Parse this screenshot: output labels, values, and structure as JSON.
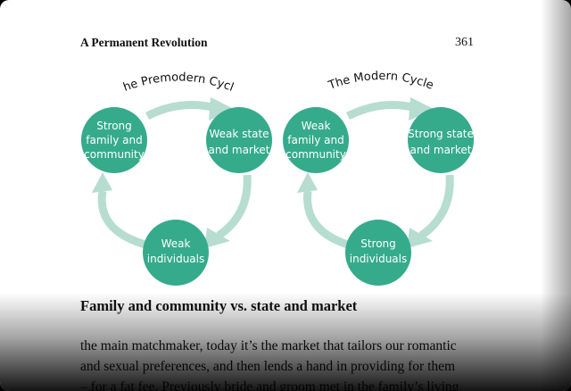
{
  "header": {
    "running_head": "A Permanent Revolution",
    "page_number": "361"
  },
  "figure": {
    "colors": {
      "circle": "#35ab8c",
      "arrow": "#b6ddd0",
      "circle_text": "#ffffff"
    },
    "diagrams": [
      {
        "title": "The Premodern Cycle",
        "nodes": [
          {
            "lines": [
              "Strong",
              "family and",
              "community"
            ]
          },
          {
            "lines": [
              "Weak state",
              "and market"
            ]
          },
          {
            "lines": [
              "Weak",
              "individuals"
            ]
          }
        ]
      },
      {
        "title": "The Modern Cycle",
        "nodes": [
          {
            "lines": [
              "Weak",
              "family and",
              "community"
            ]
          },
          {
            "lines": [
              "Strong state",
              "and market"
            ]
          },
          {
            "lines": [
              "Strong",
              "individuals"
            ]
          }
        ]
      }
    ],
    "caption": "Family and community vs. state and market"
  },
  "body": {
    "lines": [
      "the main matchmaker, today it’s the market that tailors our romantic",
      "and sexual preferences, and then lends a hand in providing for them",
      "– for a fat fee. Previously bride and groom met in the family’s living"
    ]
  }
}
